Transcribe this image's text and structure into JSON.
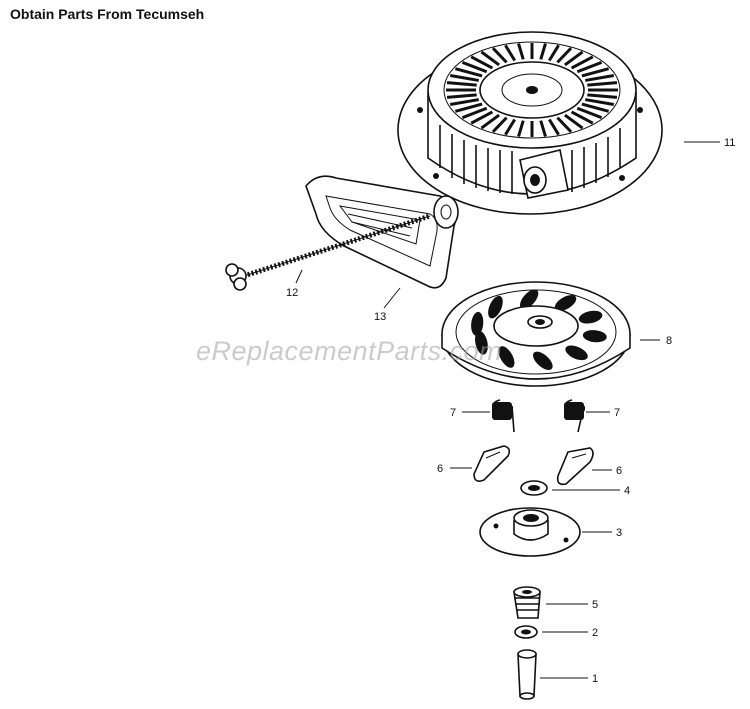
{
  "header": {
    "title": "Obtain Parts From Tecumseh"
  },
  "watermark": {
    "text": "eReplacementParts.com"
  },
  "callouts": [
    {
      "id": "c11",
      "label": "11"
    },
    {
      "id": "c12",
      "label": "12"
    },
    {
      "id": "c13",
      "label": "13"
    },
    {
      "id": "c8",
      "label": "8"
    },
    {
      "id": "c7a",
      "label": "7"
    },
    {
      "id": "c7b",
      "label": "7"
    },
    {
      "id": "c6a",
      "label": "6"
    },
    {
      "id": "c6b",
      "label": "6"
    },
    {
      "id": "c4",
      "label": "4"
    },
    {
      "id": "c3",
      "label": "3"
    },
    {
      "id": "c5",
      "label": "5"
    },
    {
      "id": "c2",
      "label": "2"
    },
    {
      "id": "c1",
      "label": "1"
    }
  ]
}
